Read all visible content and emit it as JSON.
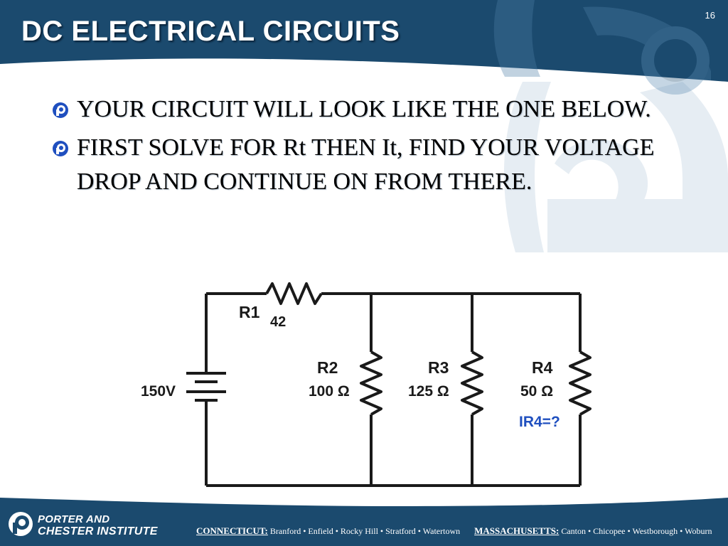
{
  "slide": {
    "title": "DC ELECTRICAL CIRCUITS",
    "page_number": "16",
    "bullets": [
      {
        "text": "YOUR CIRCUIT WILL LOOK LIKE THE ONE BELOW."
      },
      {
        "text": "FIRST SOLVE FOR Rt THEN It, FIND YOUR VOLTAGE DROP AND CONTINUE ON FROM THERE."
      }
    ]
  },
  "circuit": {
    "source": "150V",
    "r1": {
      "name": "R1",
      "value": "42"
    },
    "r2": {
      "name": "R2",
      "value": "100 Ω"
    },
    "r3": {
      "name": "R3",
      "value": "125 Ω"
    },
    "r4": {
      "name": "R4",
      "value": "50 Ω"
    },
    "question": "IR4=?"
  },
  "footer": {
    "logo_line1": "PORTER AND",
    "logo_line2": "CHESTER INSTITUTE",
    "state1": "CONNECTICUT:",
    "state1_locations": "Branford • Enfield • Rocky Hill • Stratford • Watertown",
    "state2": "MASSACHUSETTS:",
    "state2_locations": "Canton • Chicopee • Westborough • Woburn"
  },
  "colors": {
    "brand_dark": "#1b4a6e",
    "brand_mid": "#2c6a92",
    "decor_light": "#e6edf3",
    "question_blue": "#1f4fbf"
  },
  "icons": [
    "bullet-logo-icon",
    "institute-logo-icon"
  ]
}
